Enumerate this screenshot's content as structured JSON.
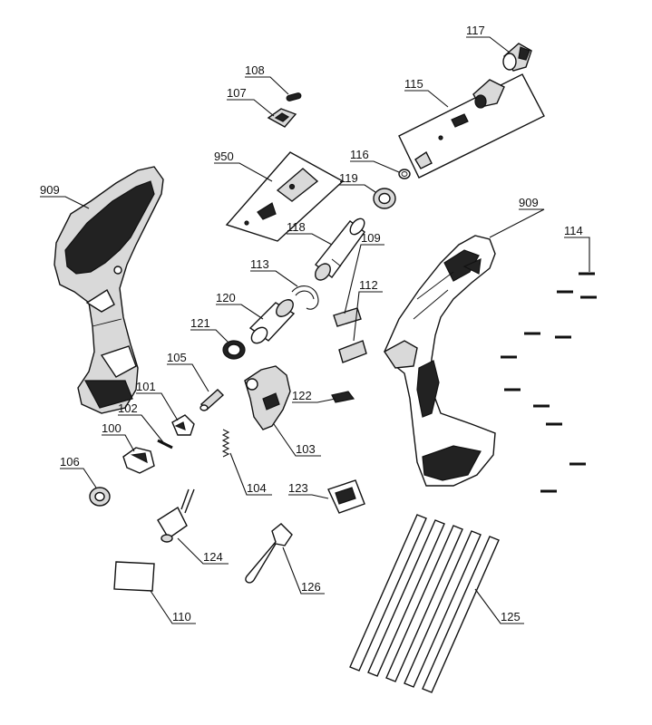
{
  "parts": [
    {
      "id": "p117",
      "label": "117"
    },
    {
      "id": "p108",
      "label": "108"
    },
    {
      "id": "p107",
      "label": "107"
    },
    {
      "id": "p115",
      "label": "115"
    },
    {
      "id": "p950",
      "label": "950"
    },
    {
      "id": "p116",
      "label": "116"
    },
    {
      "id": "p119",
      "label": "119"
    },
    {
      "id": "p909a",
      "label": "909"
    },
    {
      "id": "p909b",
      "label": "909"
    },
    {
      "id": "p118",
      "label": "118"
    },
    {
      "id": "p109",
      "label": "109"
    },
    {
      "id": "p114",
      "label": "114"
    },
    {
      "id": "p113",
      "label": "113"
    },
    {
      "id": "p112",
      "label": "112"
    },
    {
      "id": "p120",
      "label": "120"
    },
    {
      "id": "p121",
      "label": "121"
    },
    {
      "id": "p105",
      "label": "105"
    },
    {
      "id": "p122",
      "label": "122"
    },
    {
      "id": "p101",
      "label": "101"
    },
    {
      "id": "p102",
      "label": "102"
    },
    {
      "id": "p100",
      "label": "100"
    },
    {
      "id": "p103",
      "label": "103"
    },
    {
      "id": "p106",
      "label": "106"
    },
    {
      "id": "p104",
      "label": "104"
    },
    {
      "id": "p123",
      "label": "123"
    },
    {
      "id": "p124",
      "label": "124"
    },
    {
      "id": "p126",
      "label": "126"
    },
    {
      "id": "p110",
      "label": "110"
    },
    {
      "id": "p125",
      "label": "125"
    }
  ]
}
